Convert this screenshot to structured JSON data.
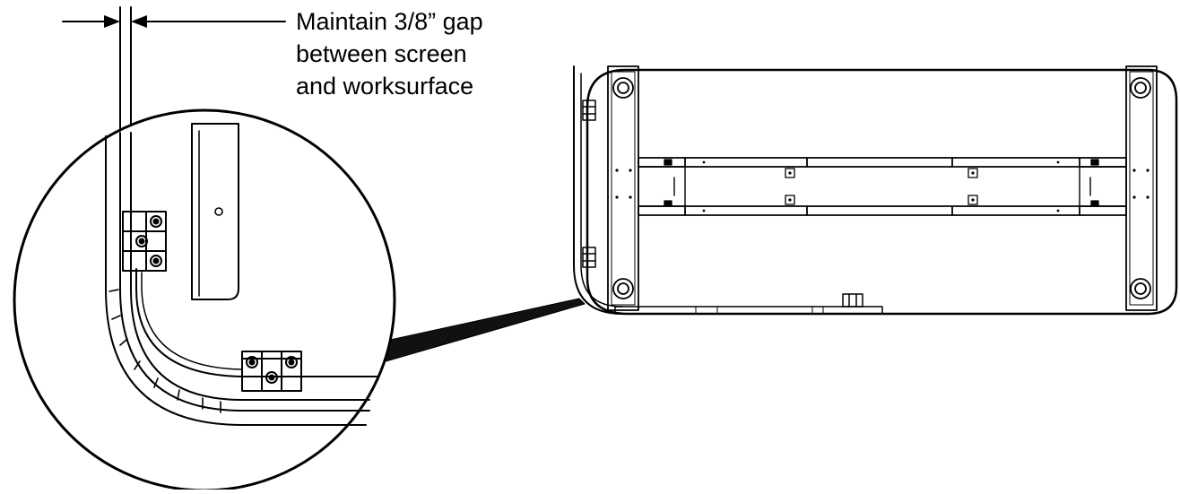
{
  "annotation": {
    "lines": [
      "Maintain 3/8” gap",
      "between screen",
      "and worksurface"
    ]
  },
  "colors": {
    "stroke": "#000000",
    "background": "#ffffff",
    "shade": "#111111"
  }
}
